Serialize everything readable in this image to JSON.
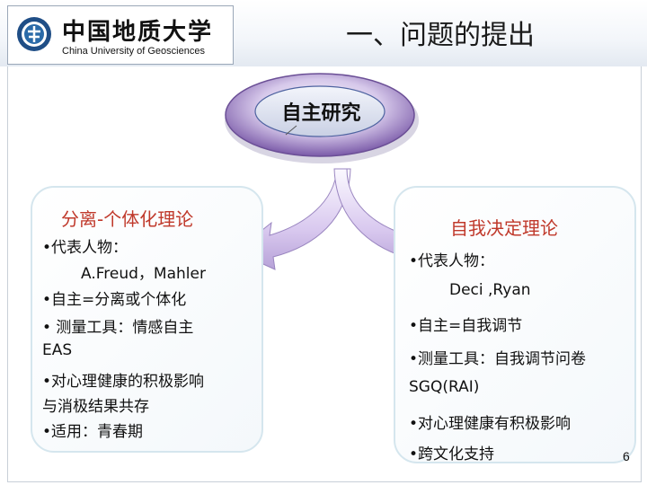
{
  "header": {
    "logo_cn": "中国地质大学",
    "logo_en": "China University of Geosciences",
    "title": "一、问题的提出"
  },
  "hub": {
    "label": "自主研究"
  },
  "left_panel": {
    "title": "分离-个体化理论",
    "lines": [
      "•代表人物：",
      "A.Freud，Mahler",
      "•自主=分离或个体化",
      "• 测量工具：情感自主",
      "EAS",
      "•对心理健康的积极影响",
      "与消极结果共存",
      "•适用：青春期"
    ]
  },
  "right_panel": {
    "title": "自我决定理论",
    "lines": [
      "•代表人物：",
      "Deci ,Ryan",
      "•自主=自我调节",
      "•测量工具：自我调节问卷",
      "SGQ(RAI)",
      "•对心理健康有积极影响",
      "•跨文化支持"
    ]
  },
  "page_number": "6",
  "colors": {
    "panel_title": "#c0392b",
    "hub_ring": "#7a5aa8",
    "arrow": "#c9b6e3",
    "panel_border": "#d5e6ee"
  },
  "icons": {
    "seal": "university-seal-icon",
    "left_arrow": "arrow-left-icon",
    "right_arrow": "arrow-right-icon"
  }
}
